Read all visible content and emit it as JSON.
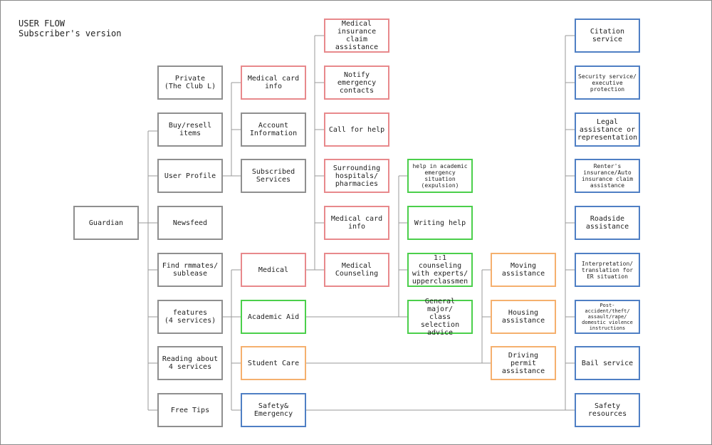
{
  "header": {
    "title": "USER FLOW",
    "subtitle": "Subscriber's version"
  },
  "colors": {
    "gray": "#8f8f8f",
    "red": "#e8898c",
    "green": "#4bcf4b",
    "orange": "#f5b06e",
    "blue": "#4f7fc4",
    "connector": "#9a9a9a"
  },
  "nodes": {
    "guardian": "Guardian",
    "private": "Private\n(The Club L)",
    "buy_resell": "Buy/resell\nitems",
    "user_profile": "User Profile",
    "newsfeed": "Newsfeed",
    "find_rmmates": "Find rmmates/\nsublease",
    "features": "features\n(4 services)",
    "reading_about": "Reading about\n4 services",
    "free_tips": "Free Tips",
    "medical_card_info": "Medical card\ninfo",
    "account_information": "Account\nInformation",
    "subscribed_services": "Subscribed\nServices",
    "medical": "Medical",
    "academic_aid": "Academic Aid",
    "student_care": "Student Care",
    "safety_emergency": "Safety&\nEmergency",
    "med_insurance_claim": "Medical\ninsurance claim\nassistance",
    "notify_emergency": "Notify\nemergency\ncontacts",
    "call_for_help": "Call for help",
    "surrounding_hospitals": "Surrounding\nhospitals/\npharmacies",
    "med_card_info_2": "Medical card\ninfo",
    "medical_counseling": "Medical\nCounseling",
    "help_academic_emergency": "help in academic\nemergency\nsituation\n(expulsion)",
    "writing_help": "Writing help",
    "counseling_experts": "1:1 counseling\nwith experts/\nupperclassmen",
    "general_major": "General major/\nclass selection\nadvice",
    "moving_assistance": "Moving\nassistance",
    "housing_assistance": "Housing\nassistance",
    "driving_permit": "Driving permit\nassistance",
    "citation_service": "Citation\nservice",
    "security_service": "Security service/\nexecutive\nprotection",
    "legal_assistance": "Legal\nassistance or\nrepresentation",
    "renters_insurance": "Renter's\ninsurance/Auto\ninsurance claim\nassistance",
    "roadside_assistance": "Roadside\nassistance",
    "interpretation": "Interpretation/\ntranslation for\nER situation",
    "post_accident": "Post-accident/theft/\nassault/rape/\ndomestic violence\ninstructions",
    "bail_service": "Bail service",
    "safety_resources": "Safety\nresources"
  }
}
